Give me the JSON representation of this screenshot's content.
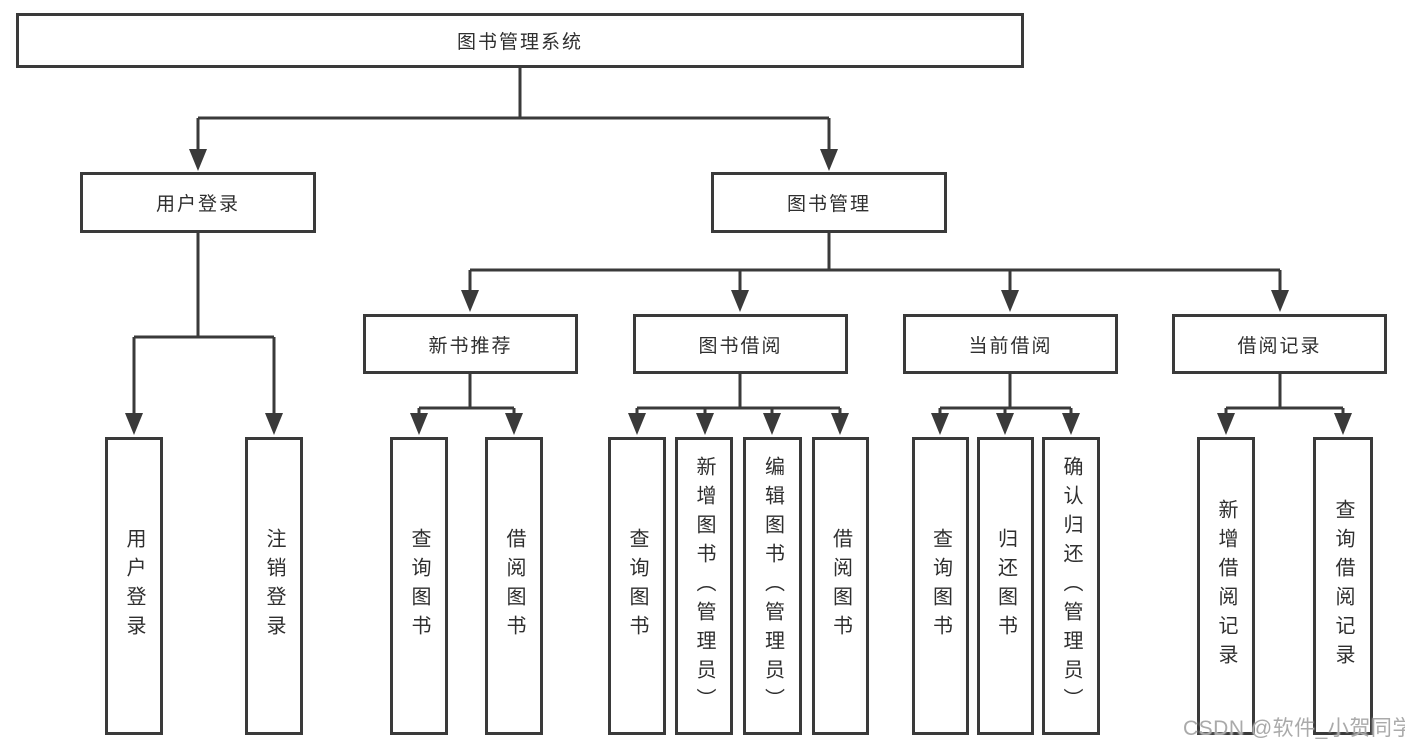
{
  "diagram": {
    "title": "图书管理系统",
    "branches": [
      {
        "label": "用户登录",
        "children": [
          {
            "label": "用户登录"
          },
          {
            "label": "注销登录"
          }
        ]
      },
      {
        "label": "图书管理",
        "children": [
          {
            "label": "新书推荐",
            "children": [
              {
                "label": "查询图书"
              },
              {
                "label": "借阅图书"
              }
            ]
          },
          {
            "label": "图书借阅",
            "children": [
              {
                "label": "查询图书"
              },
              {
                "label": "新增图书（管理员）"
              },
              {
                "label": "编辑图书（管理员）"
              },
              {
                "label": "借阅图书"
              }
            ]
          },
          {
            "label": "当前借阅",
            "children": [
              {
                "label": "查询图书"
              },
              {
                "label": "归还图书"
              },
              {
                "label": "确认归还（管理员）"
              }
            ]
          },
          {
            "label": "借阅记录",
            "children": [
              {
                "label": "新增借阅记录"
              },
              {
                "label": "查询借阅记录"
              }
            ]
          }
        ]
      }
    ]
  },
  "watermark": {
    "text": "CSDN @软件_小贺同学",
    "color": "#aaaaaa"
  },
  "colors": {
    "line": "#3a3a3a",
    "background": "#ffffff",
    "text": "#2f2f2f"
  }
}
